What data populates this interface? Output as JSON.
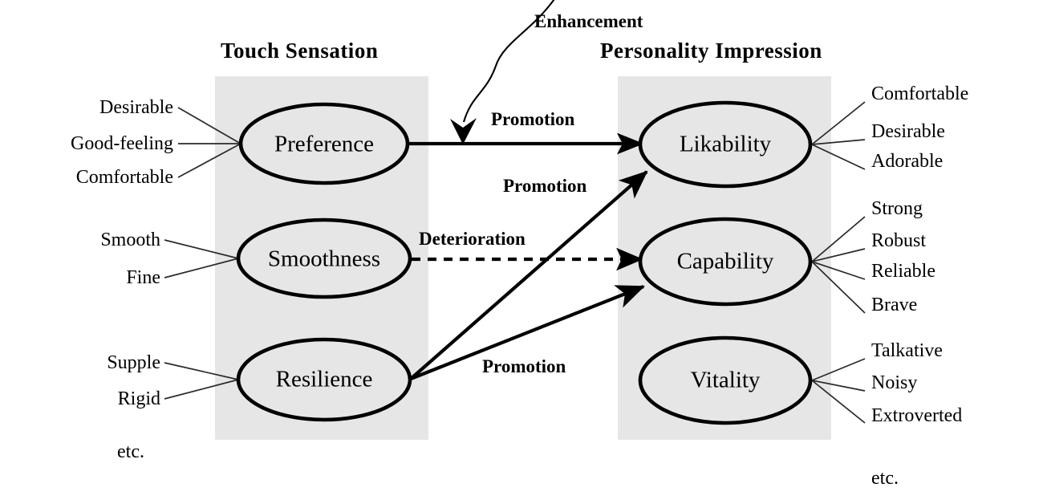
{
  "diagram": {
    "title_left": "Touch Sensation",
    "title_right": "Personality Impression",
    "callout": "Enhancement",
    "band_color": "#e6e6e6",
    "line_color": "#000000",
    "background": "#ffffff",
    "left_column": {
      "nodes": [
        {
          "id": "preference",
          "label": "Preference",
          "attributes": [
            "Desirable",
            "Good-feeling",
            "Comfortable"
          ]
        },
        {
          "id": "smoothness",
          "label": "Smoothness",
          "attributes": [
            "Smooth",
            "Fine"
          ]
        },
        {
          "id": "resilience",
          "label": "Resilience",
          "attributes": [
            "Supple",
            "Rigid"
          ]
        }
      ],
      "etc": "etc."
    },
    "right_column": {
      "nodes": [
        {
          "id": "likability",
          "label": "Likability",
          "attributes": [
            "Comfortable",
            "Desirable",
            "Adorable"
          ]
        },
        {
          "id": "capability",
          "label": "Capability",
          "attributes": [
            "Strong",
            "Robust",
            "Reliable",
            "Brave"
          ]
        },
        {
          "id": "vitality",
          "label": "Vitality",
          "attributes": [
            "Talkative",
            "Noisy",
            "Extroverted"
          ]
        }
      ],
      "etc": "etc."
    },
    "edges": [
      {
        "id": "pref-like",
        "from": "preference",
        "to": "likability",
        "label": "Promotion",
        "style": "solid"
      },
      {
        "id": "smooth-cap",
        "from": "smoothness",
        "to": "capability",
        "label": "Deterioration",
        "style": "dashed"
      },
      {
        "id": "res-like",
        "from": "resilience",
        "to": "likability",
        "label": "Promotion",
        "style": "solid"
      },
      {
        "id": "res-cap",
        "from": "resilience",
        "to": "capability",
        "label": "Promotion",
        "style": "solid"
      }
    ]
  }
}
